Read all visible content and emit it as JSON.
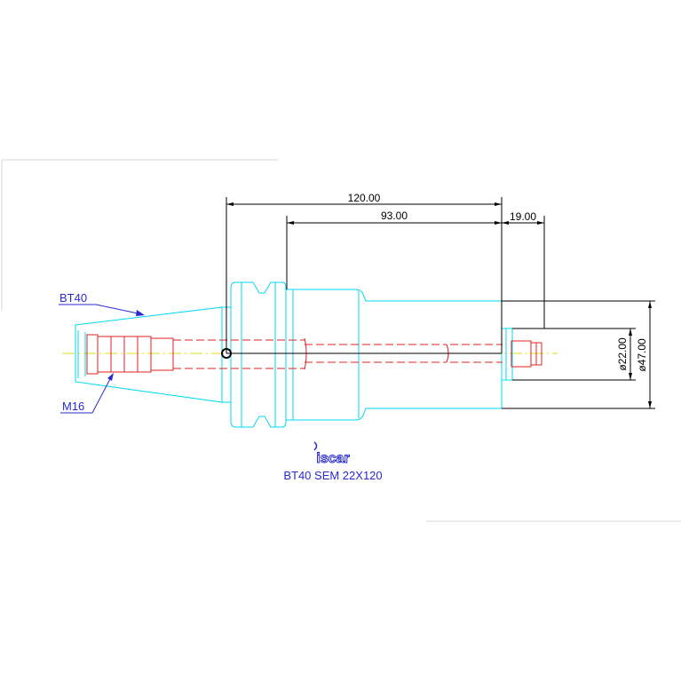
{
  "dimensions": {
    "overall_length": "120.00",
    "shank_length": "93.00",
    "bore_depth": "19.00",
    "bore_diameter": "ø22.00",
    "body_diameter": "ø47.00"
  },
  "callouts": {
    "taper": "BT40",
    "thread": "M16"
  },
  "logo_text": "iscar",
  "caption": "BT40 SEM 22X120",
  "colors": {
    "geometry": "#00d8f0",
    "hidden_lines": "#e02020",
    "dimensions": "#000000",
    "labels": "#2a2ad0",
    "centerline": "#e8d820"
  }
}
